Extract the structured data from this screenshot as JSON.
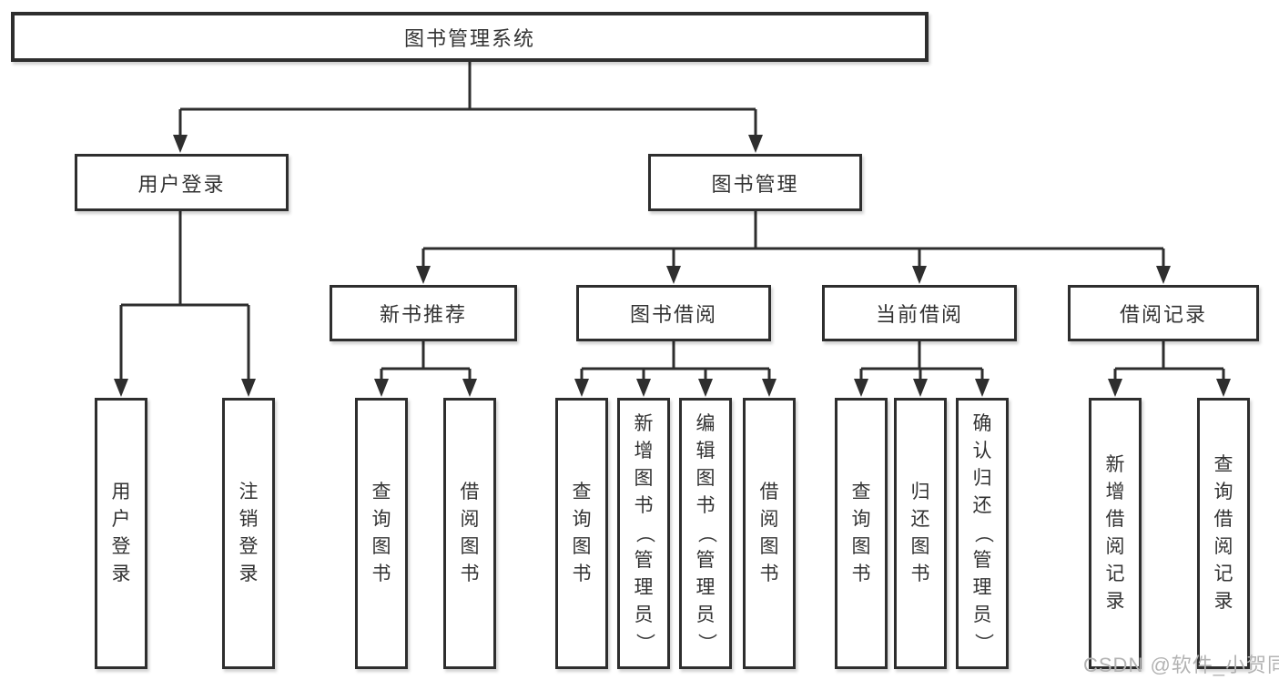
{
  "tree": {
    "label": "图书管理系统",
    "children": [
      {
        "label": "用户登录",
        "children": [
          {
            "label": "用户登录"
          },
          {
            "label": "注销登录"
          }
        ]
      },
      {
        "label": "图书管理",
        "children": [
          {
            "label": "新书推荐",
            "children": [
              {
                "label": "查询图书"
              },
              {
                "label": "借阅图书"
              }
            ]
          },
          {
            "label": "图书借阅",
            "children": [
              {
                "label": "查询图书"
              },
              {
                "label": "新增图书（管理员）"
              },
              {
                "label": "编辑图书（管理员）"
              },
              {
                "label": "借阅图书"
              }
            ]
          },
          {
            "label": "当前借阅",
            "children": [
              {
                "label": "查询图书"
              },
              {
                "label": "归还图书"
              },
              {
                "label": "确认归还（管理员）"
              }
            ]
          },
          {
            "label": "借阅记录",
            "children": [
              {
                "label": "新增借阅记录"
              },
              {
                "label": "查询借阅记录"
              }
            ]
          }
        ]
      }
    ]
  },
  "watermark": "CSDN @软件_小贺同学",
  "colors": {
    "line": "#2e2e2e",
    "text": "#333333",
    "watermark": "#b3b3b3",
    "background": "#ffffff"
  }
}
